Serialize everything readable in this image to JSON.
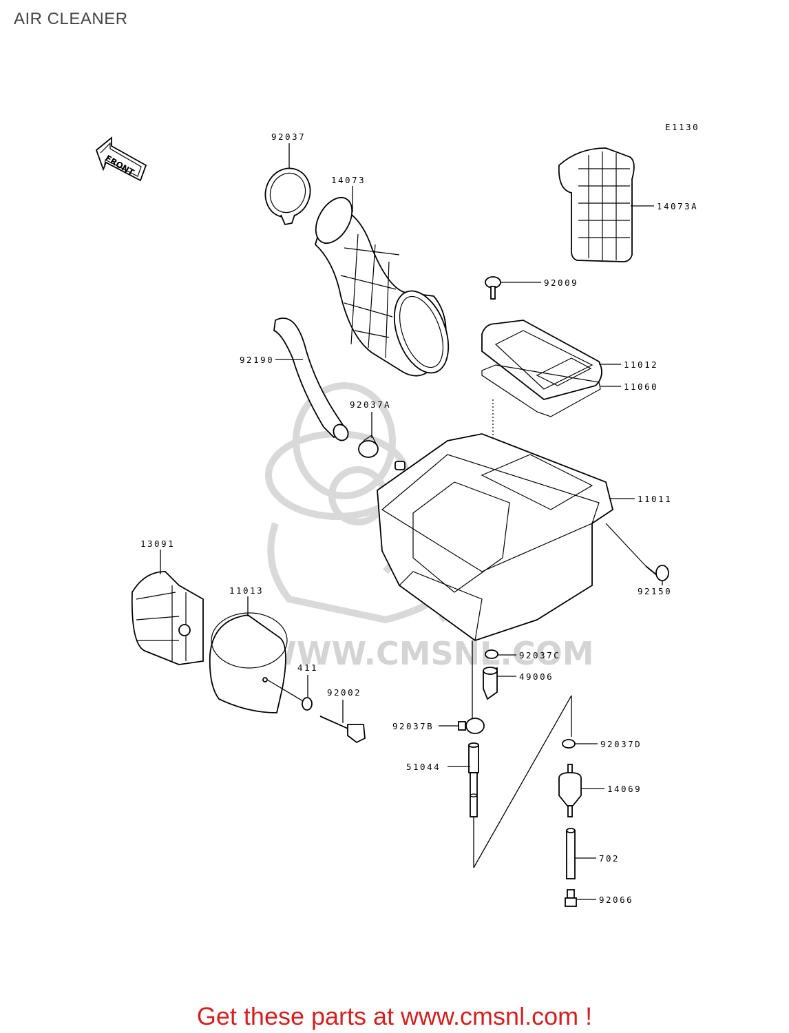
{
  "title": "AIR CLEANER",
  "diagram_code": "E1130",
  "front_label": "FRONT",
  "watermark": "WWW.CMSNL.COM",
  "promo": "Get these parts at www.cmsnl.com !",
  "parts": {
    "p92037": "92037",
    "p14073": "14073",
    "p14073A": "14073A",
    "p92009": "92009",
    "p11012": "11012",
    "p11060": "11060",
    "p92190": "92190",
    "p92037A": "92037A",
    "p11011": "11011",
    "p13091": "13091",
    "p11013": "11013",
    "p92150": "92150",
    "p92037C": "92037C",
    "p49006": "49006",
    "p411": "411",
    "p92002": "92002",
    "p92037B": "92037B",
    "p92037D": "92037D",
    "p51044": "51044",
    "p14069": "14069",
    "p702": "702",
    "p92066": "92066"
  }
}
